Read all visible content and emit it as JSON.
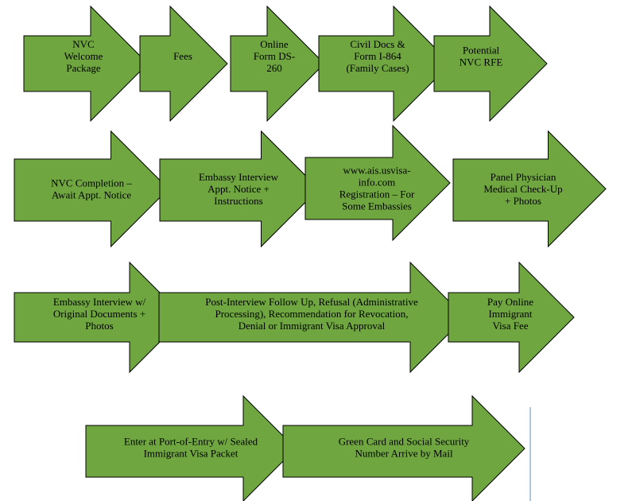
{
  "diagram": {
    "fill_color": "#6fa640",
    "stroke_color": "#000000",
    "line_color": "#7f9fbf",
    "steps": [
      {
        "id": "nvc-welcome-package",
        "lines": [
          "NVC",
          "Welcome",
          "Package"
        ]
      },
      {
        "id": "fees",
        "lines": [
          "Fees"
        ]
      },
      {
        "id": "online-form-ds-260",
        "lines": [
          "Online",
          "Form DS-",
          "260"
        ]
      },
      {
        "id": "civil-docs-form-i-864",
        "lines": [
          "Civil Docs &",
          "Form I-864",
          "(Family Cases)"
        ]
      },
      {
        "id": "potential-nvc-rfe",
        "lines": [
          "Potential",
          "NVC RFE"
        ]
      },
      {
        "id": "nvc-completion",
        "lines": [
          "NVC Completion –",
          "Await Appt. Notice"
        ]
      },
      {
        "id": "embassy-interview-appt-notice",
        "lines": [
          "Embassy Interview",
          "Appt. Notice +",
          "Instructions"
        ]
      },
      {
        "id": "ais-usvisa-registration",
        "lines": [
          "www.ais.usvisa-",
          "info.com",
          "Registration – For",
          "Some Embassies"
        ]
      },
      {
        "id": "panel-physician-medical",
        "lines": [
          "Panel Physician",
          "Medical Check-Up",
          "+ Photos"
        ]
      },
      {
        "id": "embassy-interview-original-docs",
        "lines": [
          "Embassy Interview w/",
          "Original Documents +",
          "Photos"
        ]
      },
      {
        "id": "post-interview-follow-up",
        "lines": [
          "Post-Interview Follow Up, Refusal  (Administrative",
          "Processing), Recommendation for Revocation,",
          "Denial or Immigrant Visa Approval"
        ]
      },
      {
        "id": "pay-online-immigrant-visa-fee",
        "lines": [
          "Pay Online",
          "Immigrant",
          "Visa Fee"
        ]
      },
      {
        "id": "enter-at-port-of-entry",
        "lines": [
          "Enter at Port-of-Entry w/ Sealed",
          "Immigrant Visa Packet"
        ]
      },
      {
        "id": "green-card-ssn-mail",
        "lines": [
          "Green Card and Social Security",
          "Number Arrive by Mail"
        ]
      }
    ]
  }
}
